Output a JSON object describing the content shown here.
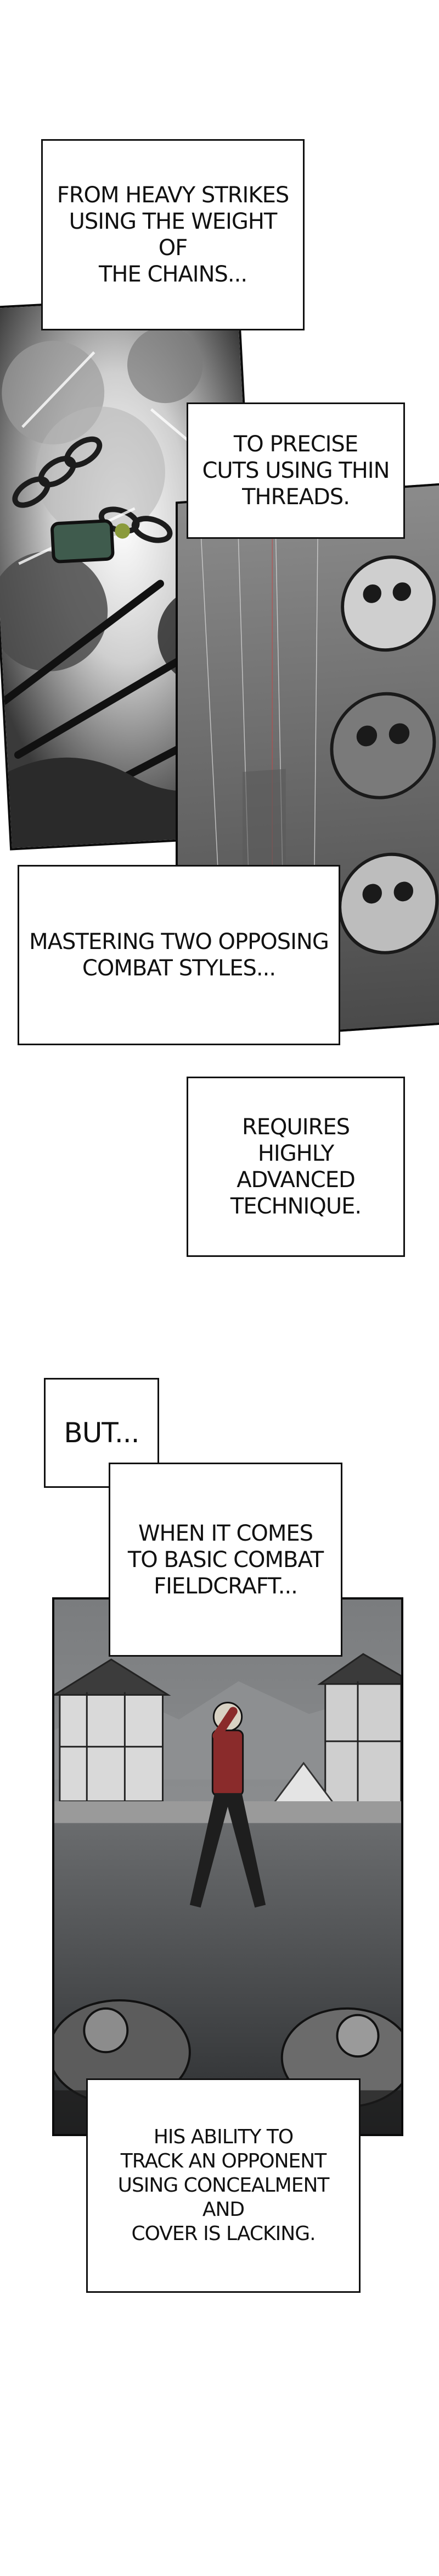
{
  "captions": {
    "heavy_strikes": "FROM HEAVY STRIKES\nUSING THE WEIGHT OF\nTHE CHAINS...",
    "precise_cuts": "TO PRECISE\nCUTS USING THIN\nTHREADS.",
    "mastering": "MASTERING TWO OPPOSING\nCOMBAT STYLES...",
    "requires": "REQUIRES\nHIGHLY ADVANCED\nTECHNIQUE.",
    "but": "BUT...",
    "basic_combat": "WHEN IT COMES\nTO BASIC COMBAT\nFIELDCRAFT...",
    "tracking": "HIS ABILITY TO\nTRACK AN OPPONENT\nUSING CONCEALMENT AND\nCOVER IS LACKING."
  },
  "colors": {
    "page_background": "#ffffff",
    "caption_border": "#111111",
    "panel_border": "#0b0b0b",
    "accent_red": "#8a2b2b"
  }
}
